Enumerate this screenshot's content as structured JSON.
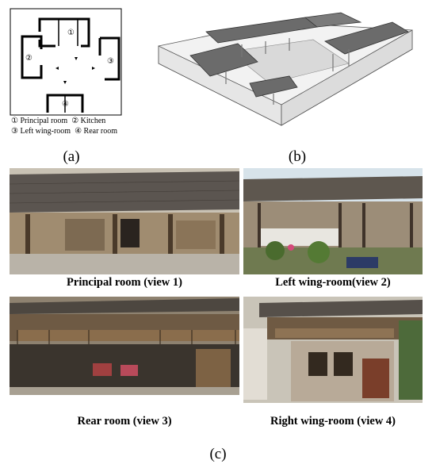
{
  "panel_labels": {
    "a": "(a)",
    "b": "(b)",
    "c": "(c)"
  },
  "plan": {
    "room_numbers": [
      "①",
      "②",
      "③",
      "④"
    ],
    "legend": {
      "principal": "① Principal room",
      "kitchen": "② Kitchen",
      "left_wing": "③ Left wing-room",
      "rear": "④ Rear room"
    }
  },
  "photos": {
    "principal": "Principal room (view 1)",
    "left_wing": "Left wing-room(view 2)",
    "rear": "Rear room (view 3)",
    "right_wing": "Right wing-room (view 4)"
  }
}
